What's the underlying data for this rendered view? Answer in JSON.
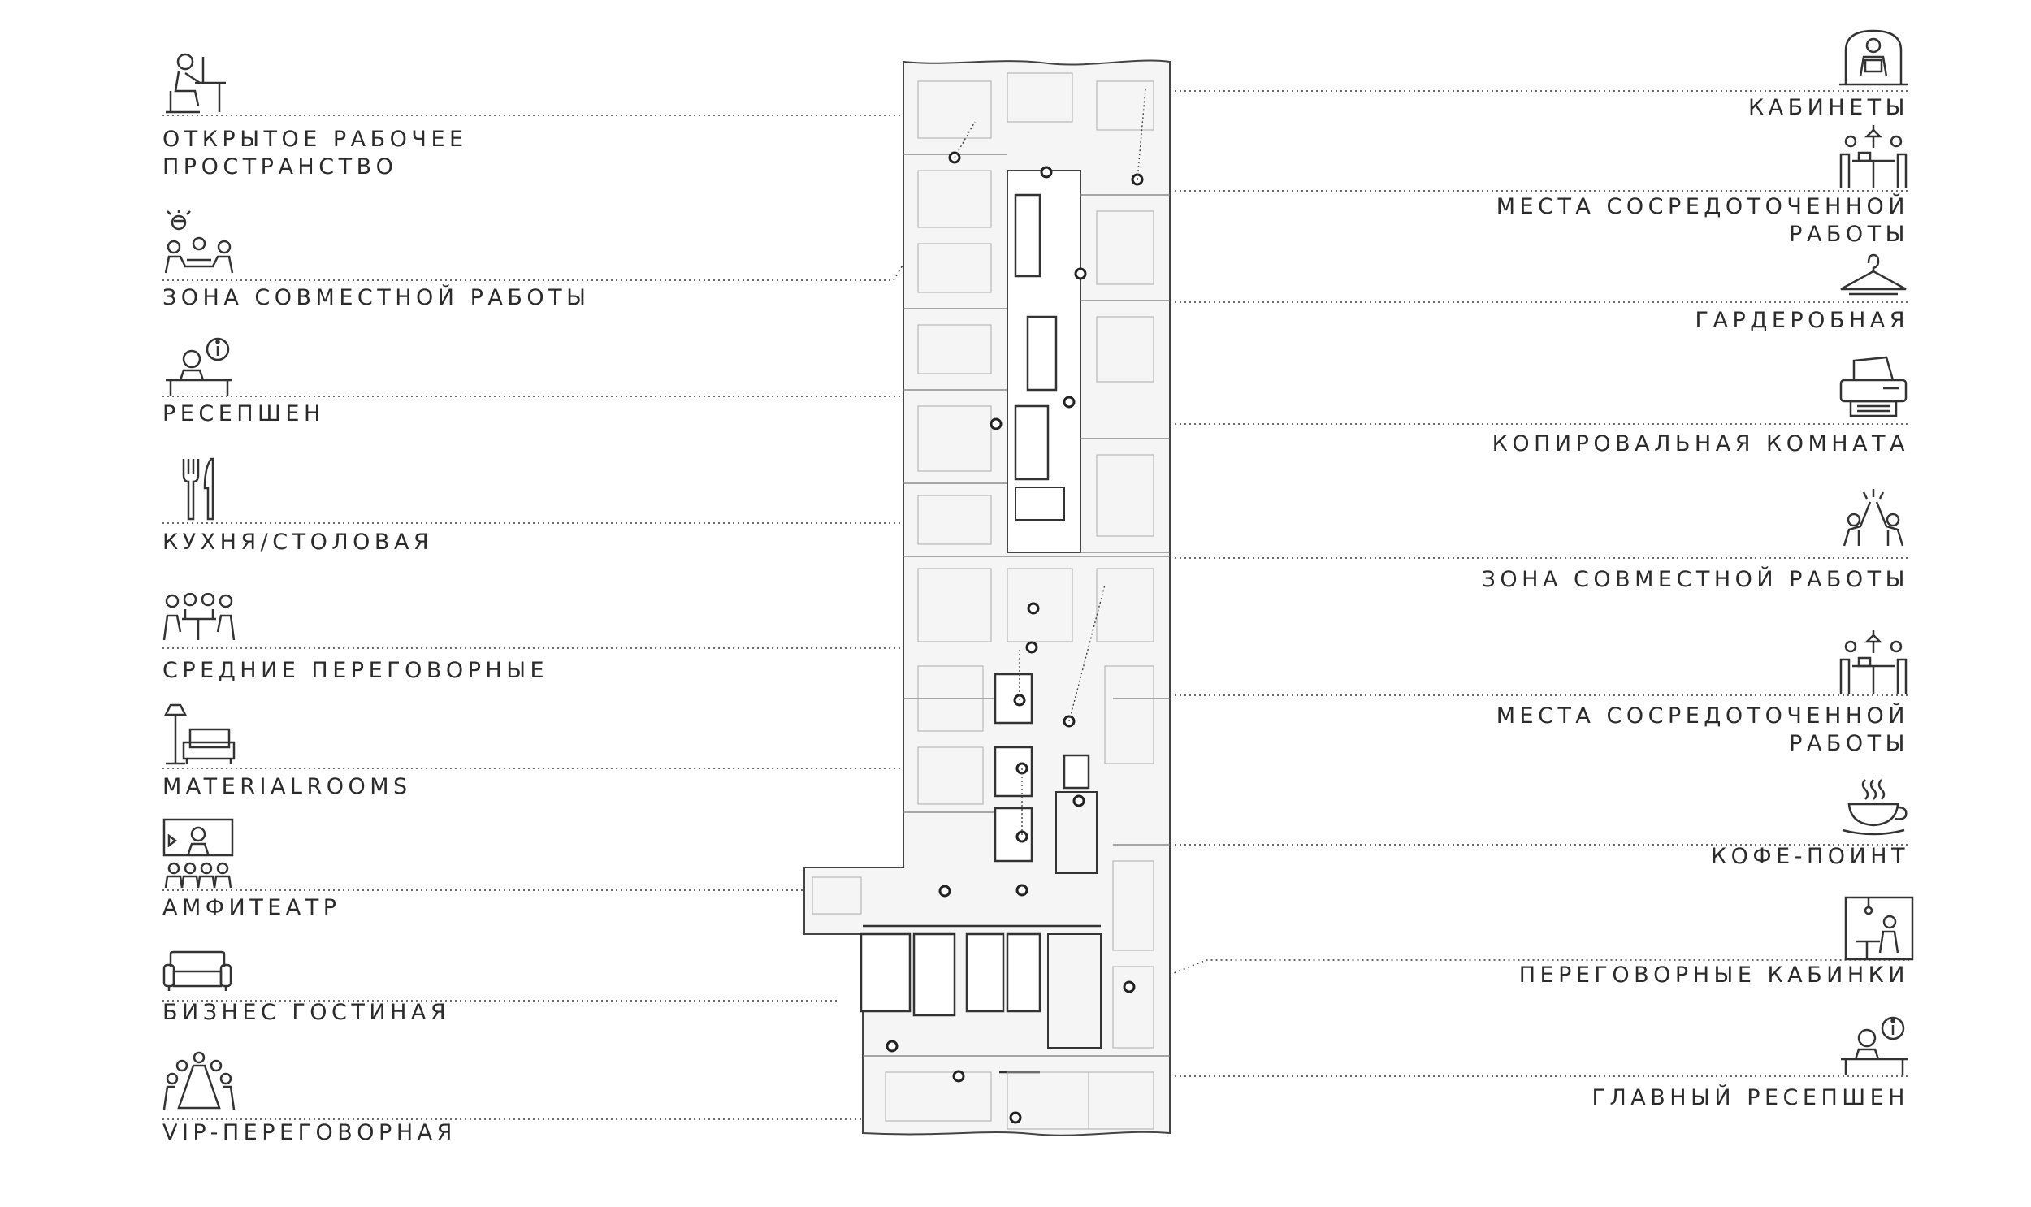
{
  "left_labels": [
    {
      "id": "open-workspace",
      "text": "ОТКРЫТОЕ РАБОЧЕЕ\nПРОСТРАНСТВО",
      "icon": "person-at-desk-icon"
    },
    {
      "id": "collab-zone-left",
      "text": "ЗОНА СОВМЕСТНОЙ РАБОТЫ",
      "icon": "team-idea-icon"
    },
    {
      "id": "reception",
      "text": "РЕСЕПШЕН",
      "icon": "reception-desk-icon"
    },
    {
      "id": "kitchen",
      "text": "КУХНЯ/СТОЛОВАЯ",
      "icon": "fork-knife-icon"
    },
    {
      "id": "medium-meeting",
      "text": "СРЕДНИЕ ПЕРЕГОВОРНЫЕ",
      "icon": "meeting-table-icon"
    },
    {
      "id": "material-rooms",
      "text": "MATERIALROOMS",
      "icon": "lamp-armchair-icon"
    },
    {
      "id": "amphitheatre",
      "text": "АМФИТЕАТР",
      "icon": "presentation-screen-icon"
    },
    {
      "id": "business-lounge",
      "text": "БИЗНЕС ГОСТИНАЯ",
      "icon": "sofa-icon"
    },
    {
      "id": "vip-meeting",
      "text": "VIP-ПЕРЕГОВОРНАЯ",
      "icon": "vip-table-icon"
    }
  ],
  "right_labels": [
    {
      "id": "offices",
      "text": "КАБИНЕТЫ",
      "icon": "person-in-office-icon"
    },
    {
      "id": "focus-work-1",
      "text": "МЕСТА СОСРЕДОТОЧЕННОЙ\nРАБОТЫ",
      "icon": "focus-table-icon"
    },
    {
      "id": "wardrobe",
      "text": "ГАРДЕРОБНАЯ",
      "icon": "hanger-icon"
    },
    {
      "id": "copy-room",
      "text": "КОПИРОВАЛЬНАЯ КОМНАТА",
      "icon": "printer-icon"
    },
    {
      "id": "collab-zone-right",
      "text": "ЗОНА СОВМЕСТНОЙ РАБОТЫ",
      "icon": "high-five-icon"
    },
    {
      "id": "focus-work-2",
      "text": "МЕСТА СОСРЕДОТОЧЕННОЙ\nРАБОТЫ",
      "icon": "focus-table-icon"
    },
    {
      "id": "coffee-point",
      "text": "КОФЕ-ПОИНТ",
      "icon": "coffee-cup-icon"
    },
    {
      "id": "meeting-booths",
      "text": "ПЕРЕГОВОРНЫЕ КАБИНКИ",
      "icon": "phone-booth-icon"
    },
    {
      "id": "main-reception",
      "text": "ГЛАВНЫЙ РЕСЕПШЕН",
      "icon": "reception-desk-icon"
    }
  ],
  "colors": {
    "line": "#2b2b2b",
    "plan_fill": "#f4f4f4",
    "plan_stroke": "#555555",
    "text": "#2b2b2b"
  }
}
